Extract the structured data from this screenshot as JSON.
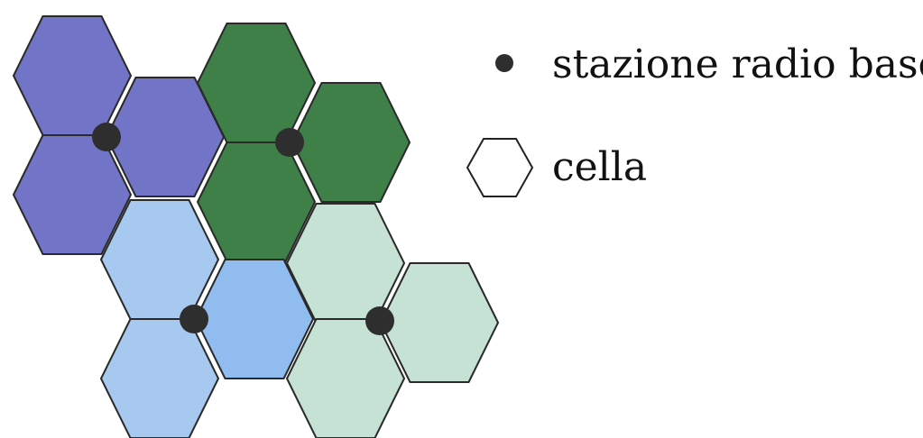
{
  "legend": {
    "station_label": "stazione radio base",
    "cell_label": "cella"
  },
  "colors": {
    "cluster_dark_blue": "#7275c7",
    "cluster_dark_green": "#3f8049",
    "cluster_light_blue": "#a7c8ef",
    "cluster_light_blue_center": "#91bcf0",
    "cluster_light_green": "#c6e2d5",
    "station": "#2e2e2e",
    "cell_outline": "#2a2a2a"
  },
  "clusters": [
    {
      "name": "cluster-dark-blue",
      "color_key": "cluster_dark_blue",
      "cells": 3
    },
    {
      "name": "cluster-dark-green",
      "color_key": "cluster_dark_green",
      "cells": 3
    },
    {
      "name": "cluster-light-blue",
      "color_key": "cluster_light_blue",
      "cells": 3
    },
    {
      "name": "cluster-light-green",
      "color_key": "cluster_light_green",
      "cells": 3
    }
  ]
}
